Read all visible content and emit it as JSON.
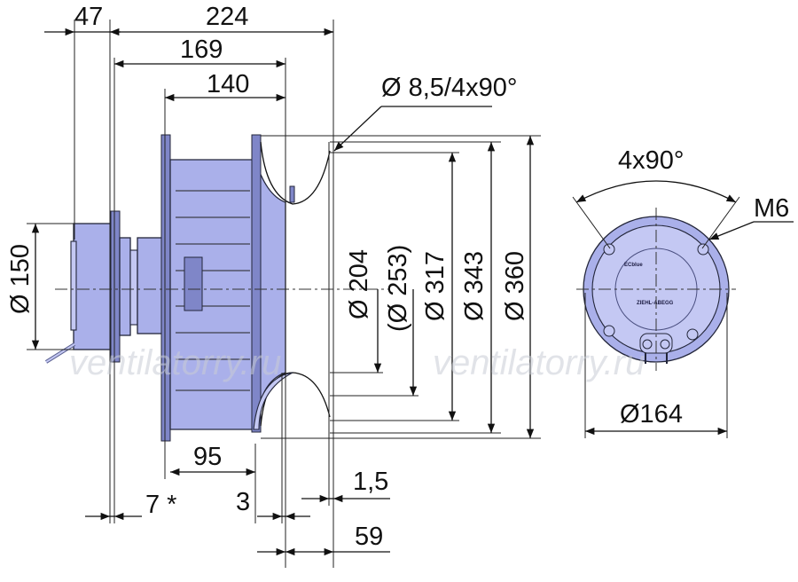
{
  "dimensions": {
    "d47": "47",
    "d224": "224",
    "d169": "169",
    "d140": "140",
    "hole": "Ø 8,5/4x90°",
    "d150": "Ø 150",
    "d204": "Ø 204",
    "d253": "(Ø 253)",
    "d317": "Ø 317",
    "d343": "Ø 343",
    "d360": "Ø 360",
    "d95": "95",
    "d7": "7 *",
    "d3": "3",
    "d1_5": "1,5",
    "d59": "59",
    "angle": "4x90°",
    "thread": "M6",
    "d164": "Ø164"
  },
  "labels": {
    "ecblue": "ECblue",
    "brand": "ZIEHL-ABEGG"
  },
  "watermark": {
    "left": "ventilatorry.ru",
    "right": "ventilatorry.ru"
  },
  "colors": {
    "body": "#aab0ea",
    "outline": "#23263a"
  }
}
